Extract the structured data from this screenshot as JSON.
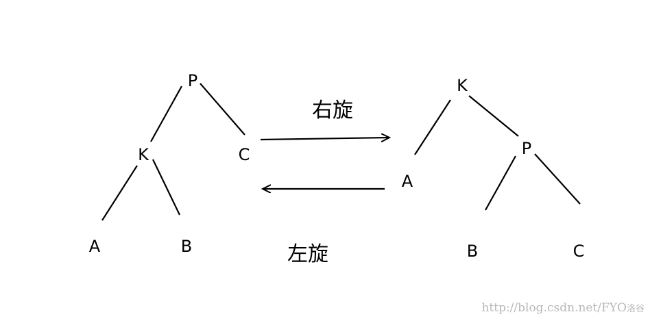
{
  "left_tree": {
    "nodes": {
      "P": "P",
      "K": "K",
      "C": "C",
      "A": "A",
      "B": "B"
    }
  },
  "right_tree": {
    "nodes": {
      "K": "K",
      "P": "P",
      "A": "A",
      "B": "B",
      "C": "C"
    }
  },
  "operations": {
    "right_rotate": "右旋",
    "left_rotate": "左旋"
  },
  "watermark": {
    "url": "http://blog.csdn.net/FYO",
    "seal": "洛谷"
  },
  "colors": {
    "stroke": "#000000",
    "watermark": "#b8b8b8"
  }
}
